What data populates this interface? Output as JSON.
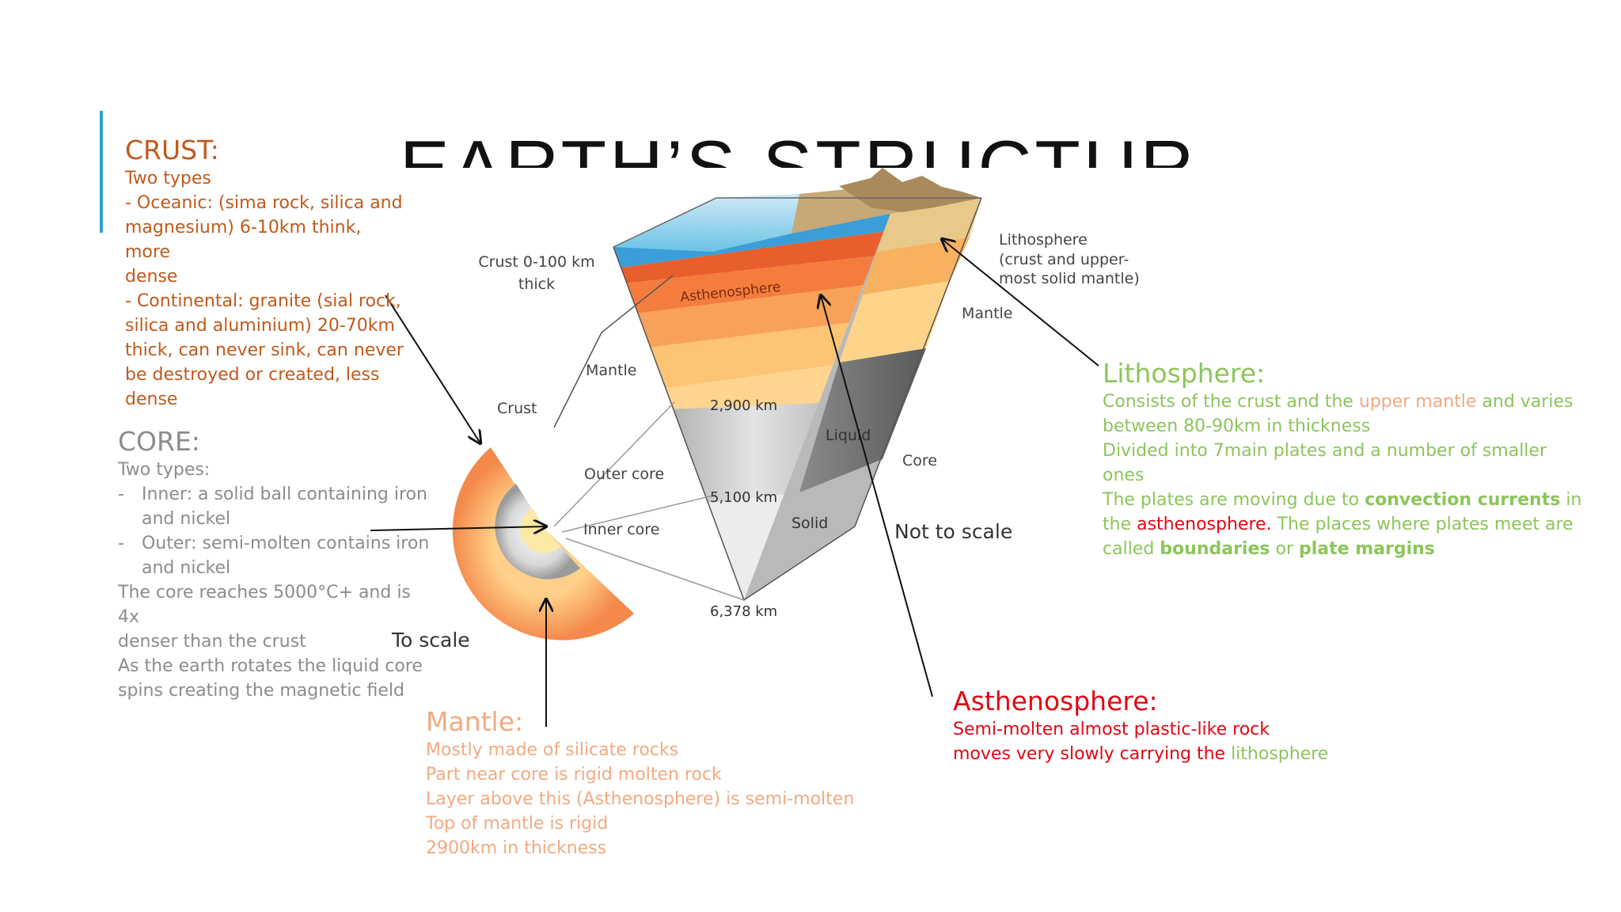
{
  "slide": {
    "title": "EARTH’S STRUCTURE"
  },
  "crust": {
    "heading": "CRUST:",
    "lines": [
      "Two types",
      "- Oceanic: (sima rock, silica and",
      "magnesium) 6-10km think, more",
      "dense",
      "- Continental: granite (sial rock,",
      "silica and aluminium) 20-70km",
      "thick, can never sink, can never",
      "be destroyed or created, less",
      "dense"
    ]
  },
  "core": {
    "heading": "CORE:",
    "intro": "Two types:",
    "items": [
      [
        "Inner: a solid ball containing iron",
        "and nickel"
      ],
      [
        "Outer: semi-molten contains iron",
        "and nickel"
      ]
    ],
    "lines": [
      "The core reaches 5000°C+ and is 4x",
      "denser than the crust",
      "As the earth rotates the liquid core",
      "spins creating the magnetic field"
    ]
  },
  "mantle": {
    "heading": "Mantle:",
    "lines": [
      "Mostly made of silicate rocks",
      "Part near core is rigid molten rock",
      "Layer above this (Asthenosphere) is semi-molten",
      "Top of mantle is rigid",
      "2900km in thickness"
    ]
  },
  "lithosphere": {
    "heading": "Lithosphere:",
    "l1a": "Consists of the crust and the ",
    "l1b": "upper mantle",
    "l1c": " and varies",
    "l2": "between 80-90km in thickness",
    "l3": "Divided into 7main plates and a number of smaller ones",
    "l4a": "The plates are moving due to ",
    "l4b": "convection currents",
    "l4c": " in",
    "l5a": "the ",
    "l5b": "asthenosphere.",
    "l5c": " The places where plates meet are",
    "l6a": "called ",
    "l6b": "boundaries",
    "l6c": " or ",
    "l6d": "plate margins"
  },
  "asthenosphere": {
    "heading": "Asthenosphere:",
    "l1": "Semi-molten almost plastic-like rock",
    "l2a": "moves very slowly carrying the ",
    "l2b": "lithosphere"
  },
  "diagram": {
    "crust_label_1": "Crust 0-100 km",
    "crust_label_2": "thick",
    "asthenosphere": "Asthenosphere",
    "litho_1": "Lithosphere",
    "litho_2": "(crust and upper-",
    "litho_3": "most solid mantle)",
    "mantle_right": "Mantle",
    "mantle_left": "Mantle",
    "crust": "Crust",
    "km_2900": "2,900 km",
    "liquid": "Liquid",
    "core": "Core",
    "outer_core": "Outer core",
    "km_5100": "5,100 km",
    "solid": "Solid",
    "inner_core": "Inner core",
    "not_to_scale": "Not to scale",
    "km_6378": "6,378 km",
    "to_scale": "To scale"
  }
}
